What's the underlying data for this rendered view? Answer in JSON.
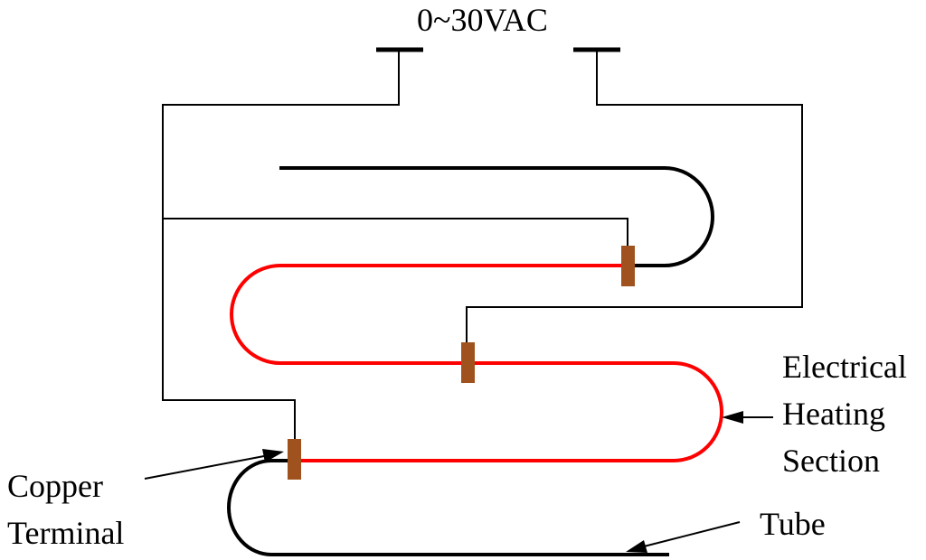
{
  "labels": {
    "voltage": "0~30VAC",
    "heating_section": [
      "Electrical",
      "Heating",
      "Section"
    ],
    "copper_terminal": [
      "Copper",
      "Terminal"
    ],
    "tube": "Tube"
  },
  "colors": {
    "wire": "#000000",
    "heating_tube": "#ff0000",
    "tube": "#000000",
    "terminal": "#a0521e"
  }
}
